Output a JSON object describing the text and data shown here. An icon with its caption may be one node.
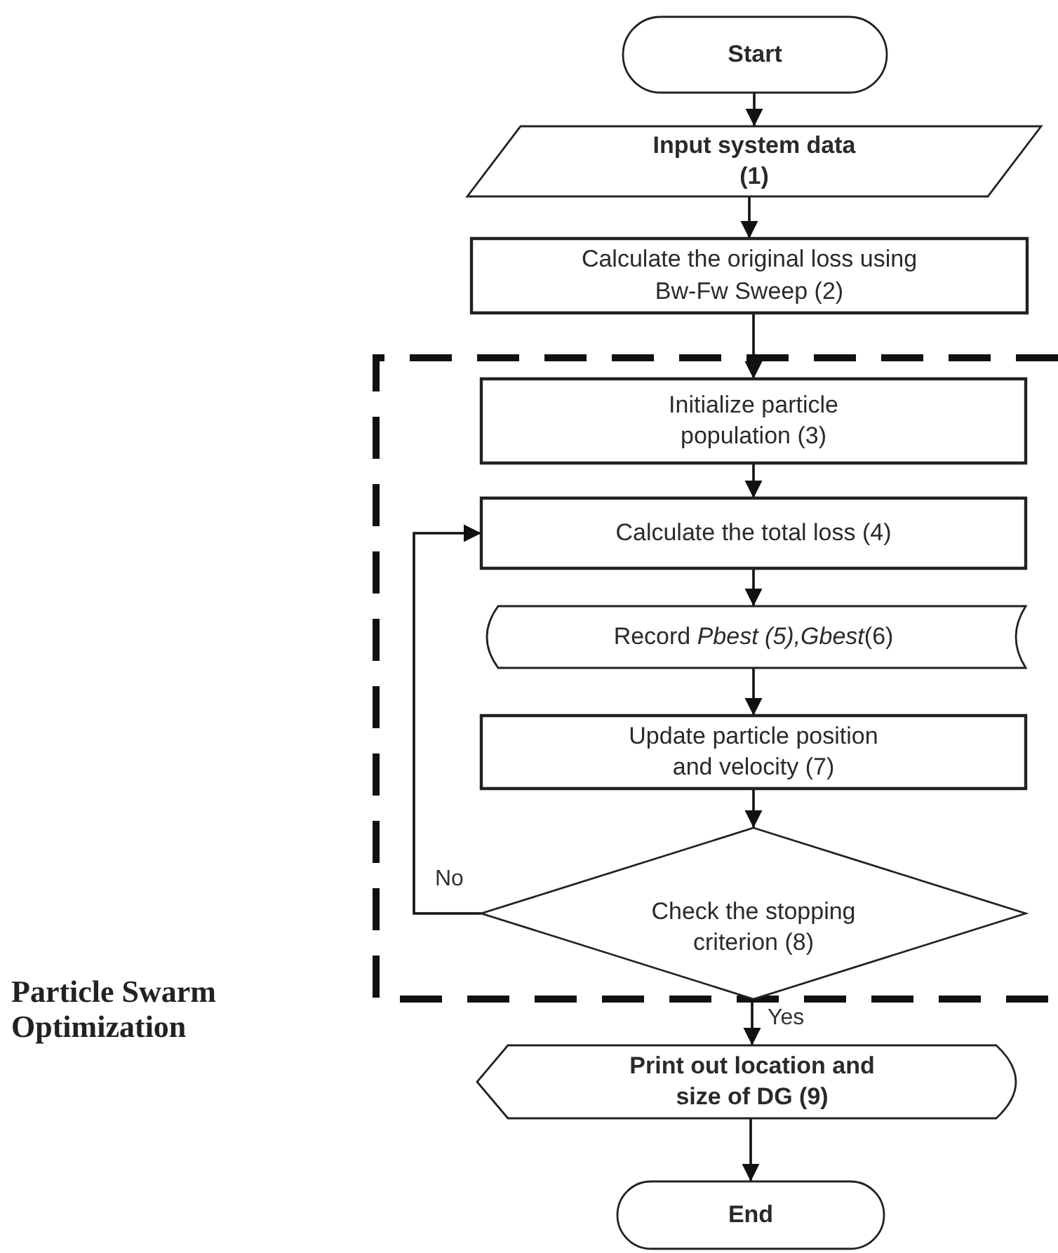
{
  "diagram": {
    "nodes": [
      {
        "text": [
          "Start"
        ]
      },
      {
        "text": [
          "Input system data (1)"
        ]
      },
      {
        "text": [
          "Calculate the original loss using Bw-Fw Sweep (2)"
        ]
      },
      {
        "text": [
          "Particle Swarm Optimization"
        ]
      },
      {
        "text": [
          "Initialize particle population (3)"
        ],
        "in": 3
      },
      {
        "text": [
          "Calculate the total loss (4)"
        ],
        "in": 3
      },
      {
        "text": [
          "Record *Pbest (5),Gbest*(6)"
        ],
        "in": 3
      },
      {
        "text": [
          "Update particle position and velocity (7)"
        ],
        "in": 3
      },
      {
        "text": [
          "Check the stopping criterion (8)"
        ],
        "in": 3
      },
      {
        "text": [
          "Print out location and size of DG (9)"
        ]
      },
      {
        "text": [
          "End"
        ]
      }
    ],
    "edges": [
      {
        "from": 0,
        "to": 1,
        "arrow": "to"
      },
      {
        "from": 1,
        "to": 2,
        "arrow": "to"
      },
      {
        "from": 2,
        "to": 4,
        "arrow": "to"
      },
      {
        "from": 4,
        "to": 5,
        "arrow": "to"
      },
      {
        "from": 5,
        "to": 6,
        "arrow": "to"
      },
      {
        "from": 6,
        "to": 7,
        "arrow": "to"
      },
      {
        "from": 7,
        "to": 8,
        "arrow": "to"
      },
      {
        "from": 8,
        "to": 5,
        "arrow": "to",
        "label": "No"
      },
      {
        "from": 8,
        "to": 9,
        "arrow": "to",
        "label": "Yes"
      },
      {
        "from": 9,
        "to": 10,
        "arrow": "to"
      }
    ]
  }
}
